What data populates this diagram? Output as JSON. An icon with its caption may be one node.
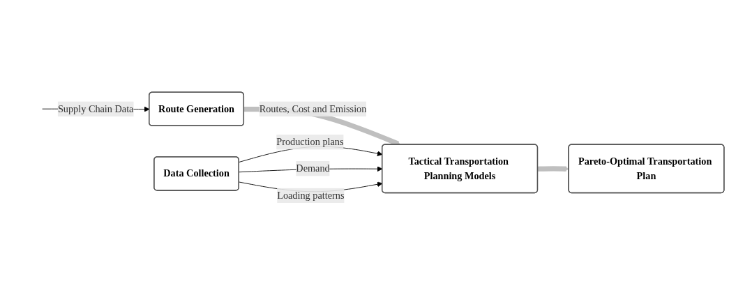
{
  "diagram": {
    "nodes": [
      {
        "text": [
          "Data Collection"
        ]
      },
      {
        "text": [
          "Route Generation"
        ]
      },
      {
        "text": [
          "Tactical Transportation Planning Models"
        ]
      },
      {
        "text": [
          "Pareto-Optimal Transportation Plan"
        ]
      }
    ],
    "edges": [
      {
        "from": null,
        "to": 1,
        "arrow": "to",
        "label": "Supply Chain Data"
      },
      {
        "from": 1,
        "to": 2,
        "arrow": "to",
        "label": "Routes, Cost and Emission",
        "style": "thick",
        "color": "#bfbfbf"
      },
      {
        "from": 0,
        "to": 2,
        "arrow": "to",
        "label": "Production plans"
      },
      {
        "from": 0,
        "to": 2,
        "arrow": "to",
        "label": "Demand"
      },
      {
        "from": 0,
        "to": 2,
        "arrow": "to",
        "label": "Loading patterns"
      },
      {
        "from": 2,
        "to": 3,
        "arrow": "to",
        "style": "thick",
        "color": "#bfbfbf"
      }
    ]
  }
}
